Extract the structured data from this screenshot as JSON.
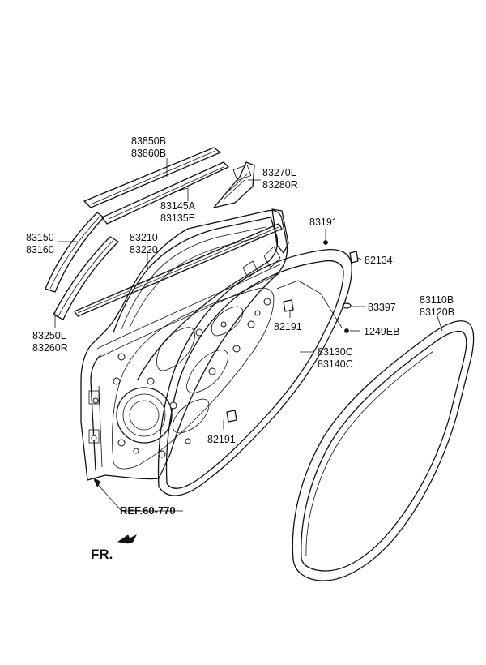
{
  "labels": {
    "p83850B": "83850B",
    "p83860B": "83860B",
    "p83270L": "83270L",
    "p83280R": "83280R",
    "p83145A": "83145A",
    "p83135E": "83135E",
    "p83191": "83191",
    "p83150": "83150",
    "p83160": "83160",
    "p83210": "83210",
    "p83220": "83220",
    "p82134": "82134",
    "p83397": "83397",
    "p83110B": "83110B",
    "p83120B": "83120B",
    "p82191a": "82191",
    "p1249EB": "1249EB",
    "p83250L": "83250L",
    "p83260R": "83260R",
    "p83130C": "83130C",
    "p83140C": "83140C",
    "p82191b": "82191",
    "ref": "REF.60-770",
    "fr": "FR."
  }
}
